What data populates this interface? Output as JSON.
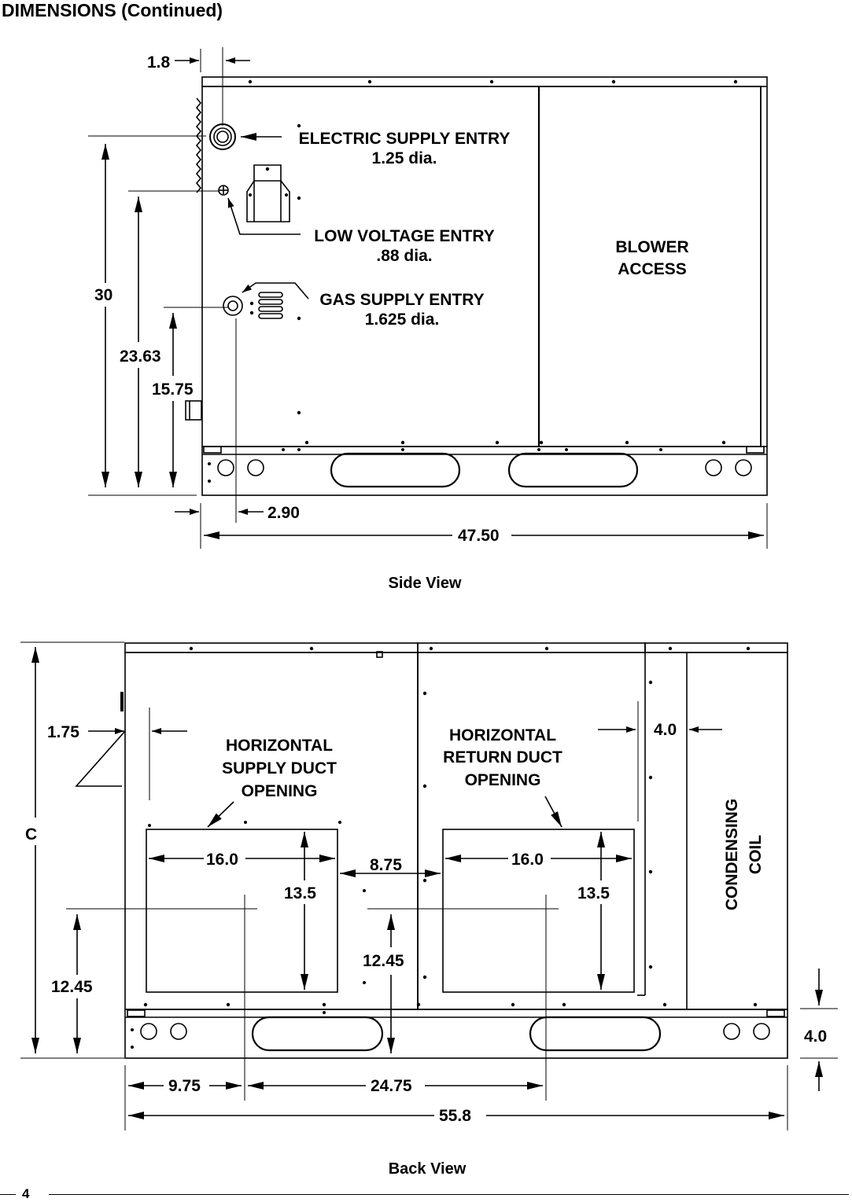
{
  "page": {
    "title": "DIMENSIONS (Continued)",
    "page_number": "4"
  },
  "side_view": {
    "caption": "Side View",
    "labels": {
      "electric_supply_entry": "ELECTRIC SUPPLY ENTRY",
      "electric_supply_dia": "1.25 dia.",
      "low_voltage_entry": "LOW VOLTAGE ENTRY",
      "low_voltage_dia": ".88 dia.",
      "gas_supply_entry": "GAS SUPPLY ENTRY",
      "gas_supply_dia": "1.625 dia.",
      "blower_access_1": "BLOWER",
      "blower_access_2": "ACCESS"
    },
    "dimensions": {
      "top_offset": "1.8",
      "height_electric": "30",
      "height_low_voltage": "23.63",
      "height_gas": "15.75",
      "bottom_offset": "2.90",
      "overall_width": "47.50"
    }
  },
  "back_view": {
    "caption": "Back View",
    "labels": {
      "supply_1": "HORIZONTAL",
      "supply_2": "SUPPLY DUCT",
      "supply_3": "OPENING",
      "return_1": "HORIZONTAL",
      "return_2": "RETURN DUCT",
      "return_3": "OPENING",
      "coil_1": "CONDENSING",
      "coil_2": "COIL"
    },
    "dimensions": {
      "left_offset": "1.75",
      "right_offset": "4.0",
      "overall_height": "C",
      "supply_width": "16.0",
      "supply_height": "13.5",
      "gap_between": "8.75",
      "return_width": "16.0",
      "return_height": "13.5",
      "left_center_height": "12.45",
      "mid_center_height": "12.45",
      "base_height": "4.0",
      "supply_center_offset": "9.75",
      "center_to_center": "24.75",
      "overall_width": "55.8"
    }
  }
}
